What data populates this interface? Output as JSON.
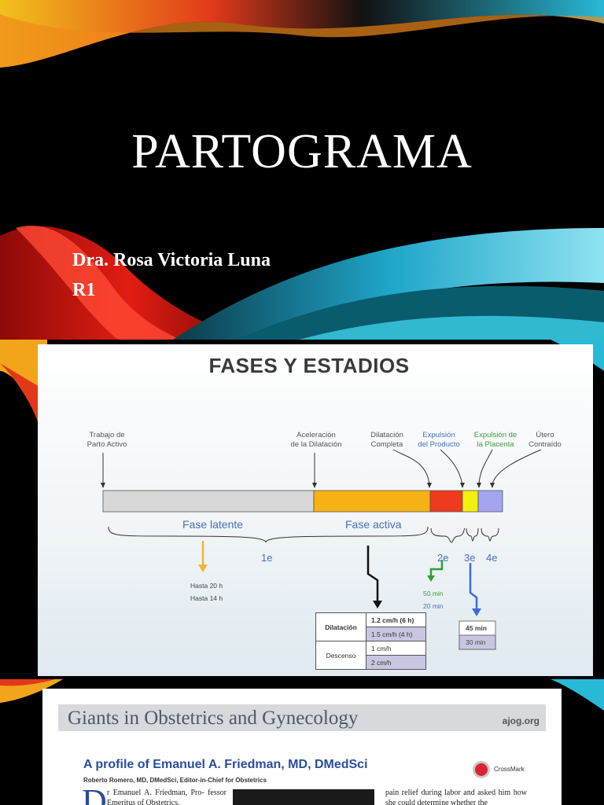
{
  "slide1": {
    "title": "PARTOGRAMA",
    "author": "Dra. Rosa Victoria Luna",
    "role": "R1"
  },
  "slide2": {
    "heading": "FASES Y ESTADIOS",
    "labels": {
      "trabajo_l1": "Trabajo de",
      "trabajo_l2": "Parto Activo",
      "aceleracion_l1": "Aceleración",
      "aceleracion_l2": "de la Dilatación",
      "dilatacion_l1": "Dilatación",
      "dilatacion_l2": "Completa",
      "expulsion_prod_l1": "Expulsión",
      "expulsion_prod_l2": "del Producto",
      "expulsion_plac_l1": "Expulsión de",
      "expulsion_plac_l2": "la Placenta",
      "utero_l1": "Útero",
      "utero_l2": "Contraído"
    },
    "phases": {
      "latente": "Fase latente",
      "activa": "Fase activa"
    },
    "stages": {
      "s1": "1e",
      "s2": "2e",
      "s3": "3e",
      "s4": "4e"
    },
    "latent_times": {
      "t1": "Hasta 20 h",
      "t2": "Hasta 14 h"
    },
    "second_stage_times": {
      "t1": "50 min",
      "t2": "20 min"
    },
    "third_stage_times": {
      "t1": "45 min",
      "t2": "30 min"
    },
    "table": {
      "dilatacion": "Dilatación",
      "dil_v1": "1.2 cm/h (6 h)",
      "dil_v2": "1.5 cm/h (4 h)",
      "descenso": "Descenso",
      "des_v1": "1 cm/h",
      "des_v2": "2 cm/h"
    },
    "colors": {
      "latente": "#d8d8d8",
      "activa": "#f6b215",
      "expulsion_producto": "#ee3a1d",
      "expulsion_placenta": "#f2f00f",
      "utero": "#a3a6ee"
    }
  },
  "slide3": {
    "journal": "Giants in Obstetrics and Gynecology",
    "site": "ajog.org",
    "title": "A profile of Emanuel A. Friedman, MD, DMedSci",
    "author": "Roberto Romero, MD, DMedSci, Editor-in-Chief for Obstetrics",
    "crossmark": "CrossMark",
    "dropcap": "D",
    "col1": "r Emanuel A. Friedman, Pro- fessor Emeritus of Obstetrics,",
    "col2": "pain relief during labor and asked him how she could determine whether the"
  }
}
